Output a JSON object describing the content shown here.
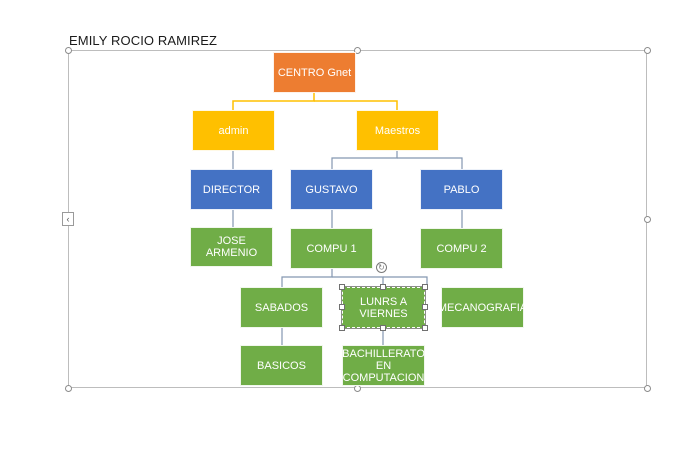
{
  "document": {
    "title": "EMILY ROCIO RAMIREZ"
  },
  "org_chart": {
    "root": "CENTRO Gnet",
    "level1": [
      "admin",
      "Maestros"
    ],
    "level2": [
      "DIRECTOR",
      "GUSTAVO",
      "PABLO"
    ],
    "level3": [
      "JOSE ARMENIO",
      "COMPU 1",
      "COMPU 2"
    ],
    "level4": [
      "SABADOS",
      "LUNRS A VIERNES",
      "MECANOGRAFIA"
    ],
    "level5": [
      "BASICOS",
      "BACHILLERATO EN COMPUTACION"
    ]
  },
  "colors": {
    "root": "#ed7d31",
    "level1": "#ffc000",
    "level2": "#4472c4",
    "leaf": "#70ad47",
    "connector_yellow": "#ffc000",
    "connector_gray": "#8497b0"
  }
}
